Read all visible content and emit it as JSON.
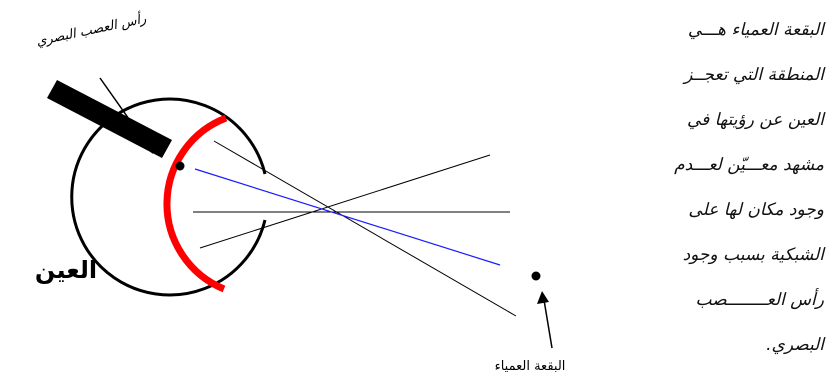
{
  "diagram": {
    "labels": {
      "optic_nerve_head": "رأس العصب البصري",
      "blind_spot": "البقعة العمياء",
      "eye": "العين"
    }
  },
  "paragraph": {
    "lines": [
      "البقعة العمياء هـــي",
      "المنطقة التي تعجــز",
      "العين عن رؤيتها في",
      "مشهد معـــيّن لعـــدم",
      "وجود مكان لها على",
      "الشبكية بسبب وجود",
      "رأس العــــــــصب",
      "البصري."
    ]
  },
  "colors": {
    "retina": "#ff0000",
    "ray_blue": "#1a1aff",
    "outline": "#000000"
  }
}
